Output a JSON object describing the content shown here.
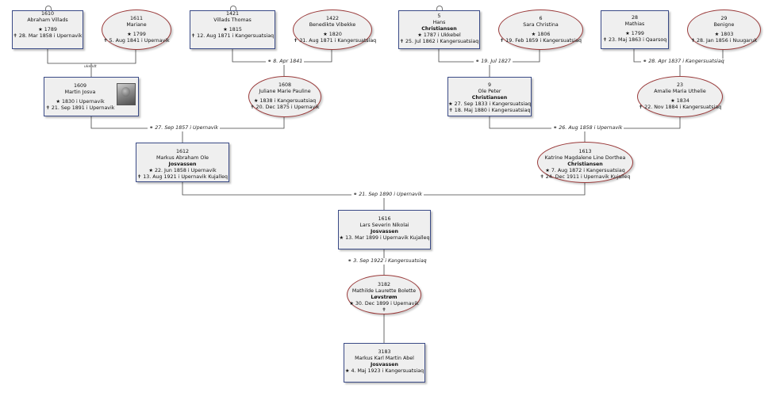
{
  "persons": {
    "p1610": {
      "id": "1610",
      "name": "Abraham Villads",
      "surname": "",
      "birth": "★ 1789",
      "death": "✝ 28. Mar 1858 i  Upernavik"
    },
    "p1611": {
      "id": "1611",
      "name": "Mariane",
      "surname": "",
      "birth": "★ 1799",
      "death": "✝ 5. Aug 1841 i  Upernavik"
    },
    "p1421": {
      "id": "1421",
      "name": "Villads Thomas",
      "surname": "",
      "birth": "★ 1815",
      "death": "✝ 12. Aug 1871 i  Kangersuatsiaq"
    },
    "p1422": {
      "id": "1422",
      "name": "Benedikte Vibekke",
      "surname": "",
      "birth": "★ 1820",
      "death": "✝ 31. Aug 1871 i  Kangersuatsiaq"
    },
    "p5": {
      "id": "5",
      "name": "Hans",
      "surname": "Christiansen",
      "birth": "★ 1787 i  Ukkebel",
      "death": "✝ 25. Jul 1862 i  Kangersuatsiaq"
    },
    "p6": {
      "id": "6",
      "name": "Sara Christina",
      "surname": "",
      "birth": "★ 1806",
      "death": "✝ 19. Feb 1859 i  Kangersuatsiaq"
    },
    "p28": {
      "id": "28",
      "name": "Mathias",
      "surname": "",
      "birth": "★ 1799",
      "death": "✝ 23. Maj 1863 i  Qaarsoq"
    },
    "p29": {
      "id": "29",
      "name": "Benigne",
      "surname": "",
      "birth": "★ 1803",
      "death": "✝ 28. Jan 1856 i  Nuugaruk"
    },
    "p1609": {
      "id": "1609",
      "name": "Martin Josva",
      "surname": "",
      "birth": "★ 1830 i  Upernavik",
      "death": "✝ 21. Sep 1891 i  Upernavik"
    },
    "p1608": {
      "id": "1608",
      "name": "Juliane Marie Pauline",
      "surname": "",
      "birth": "★ 1838 i  Kangersuatsiaq",
      "death": "✝ 20. Dec 1875 i  Upernavik"
    },
    "p9": {
      "id": "9",
      "name": "Ole Peter",
      "surname": "Christiansen",
      "birth": "★ 27. Sep 1833 i  Kangersuatsiaq",
      "death": "✝ 18. Maj 1880 i  Kangersuatsiaq"
    },
    "p23": {
      "id": "23",
      "name": "Amalie Maria Uthelie",
      "surname": "",
      "birth": "★ 1834",
      "death": "✝ 22. Nov 1884 i  Kangersuatsiaq"
    },
    "p1612": {
      "id": "1612",
      "name": "Markus Abraham Ole",
      "surname": "Josvassen",
      "birth": "★ 22. Jun 1858 i  Upernavik",
      "death": "✝ 13. Aug 1921 i  Upernavik Kujalleq"
    },
    "p1613": {
      "id": "1613",
      "name": "Katrine Magdalene Line Dorthea",
      "surname": "Christiansen",
      "birth": "★ 7. Aug 1872 i  Kangersuatsiaq",
      "death": "✝ 24. Dec 1911 i  Upernavik Kujalleq"
    },
    "p1616": {
      "id": "1616",
      "name": "Lars Severin Nikolai",
      "surname": "Josvassen",
      "birth": "★ 13. Mar 1899 i  Upernavik Kujalleq",
      "death": ""
    },
    "p3182": {
      "id": "3182",
      "name": "Mathilde Laurette Bolette",
      "surname": "Løvstrøm",
      "birth": "★ 30. Dec 1899 i  Upernavik",
      "death": "✝"
    },
    "p3183": {
      "id": "3183",
      "name": "Markus Karl Martin Abel",
      "surname": "Josvassen",
      "birth": "★ 4. Maj 1923 i  Kangersuatsiaq",
      "death": ""
    }
  },
  "marriages": {
    "m1": {
      "symbol": "⚭",
      "date": "8. Apr 1841",
      "place": ""
    },
    "m2": {
      "symbol": "⚭",
      "date": "19. Jul 1827",
      "place": ""
    },
    "m3": {
      "symbol": "⚭",
      "date": "28. Apr 1837",
      "place": "i  Kangersuatsiaq"
    },
    "m4": {
      "symbol": "⚭",
      "date": "27. Sep 1857",
      "place": "i  Upernavik"
    },
    "m5": {
      "symbol": "⚭",
      "date": "26. Aug 1858",
      "place": "i  Upernavik"
    },
    "m6": {
      "symbol": "⚭",
      "date": "21. Sep 1890",
      "place": "i  Upernavik"
    },
    "m7": {
      "symbol": "⚭",
      "date": "3. Sep 1922",
      "place": "i  Kangersuatsiaq"
    }
  },
  "unknown_union_label": "ukendt"
}
